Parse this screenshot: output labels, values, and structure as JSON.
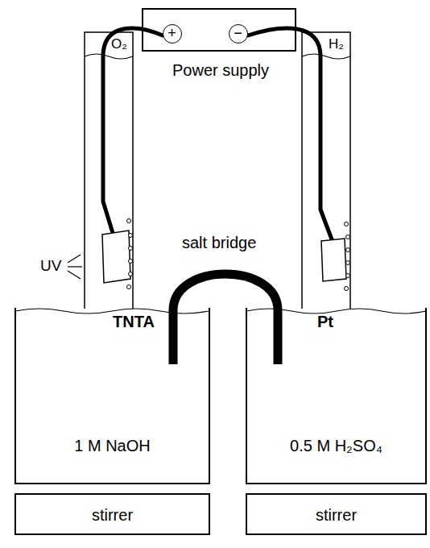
{
  "diagram": {
    "nodes": [
      {
        "text": [
          "Power supply"
        ]
      },
      {
        "text": [
          "+"
        ],
        "in": 0
      },
      {
        "text": [
          "−"
        ],
        "in": 0
      },
      {
        "text": [
          "1 M NaOH"
        ]
      },
      {
        "text": [
          "0.5 M H₂SO₄"
        ]
      },
      {
        "text": [
          "stirrer"
        ]
      },
      {
        "text": [
          "stirrer"
        ]
      }
    ],
    "labels": [
      "O₂",
      "H₂",
      "UV",
      "salt bridge",
      "TNTA",
      "Pt"
    ]
  }
}
